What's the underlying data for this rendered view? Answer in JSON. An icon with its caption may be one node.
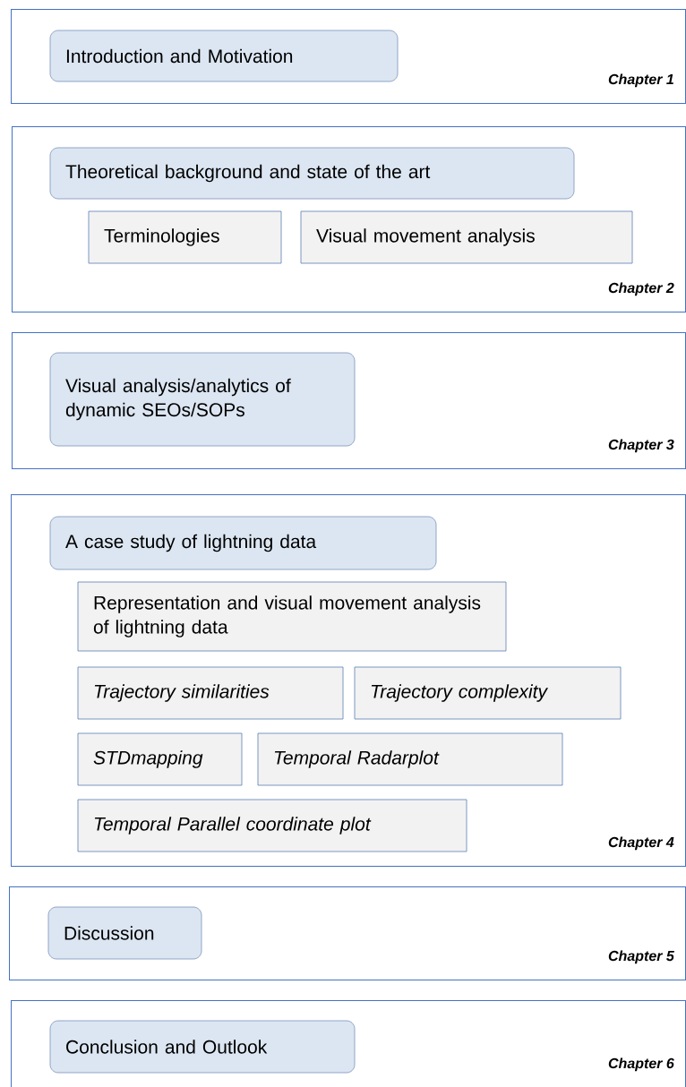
{
  "diagram": {
    "nodes": [
      {
        "text": [
          "Chapter 1"
        ]
      },
      {
        "text": [
          "Introduction and Motivation"
        ],
        "in": 0
      },
      {
        "text": [
          "Chapter 2"
        ]
      },
      {
        "text": [
          "Theoretical background and state of the art"
        ],
        "in": 2
      },
      {
        "text": [
          "Terminologies"
        ],
        "in": 2
      },
      {
        "text": [
          "Visual movement analysis"
        ],
        "in": 2
      },
      {
        "text": [
          "Chapter 3"
        ]
      },
      {
        "text": [
          "Visual analysis/analytics of dynamic SEOs/SOPs"
        ],
        "in": 6
      },
      {
        "text": [
          "Chapter 4"
        ]
      },
      {
        "text": [
          "A case study of lightning data"
        ],
        "in": 8
      },
      {
        "text": [
          "Representation and visual movement analysis of lightning data"
        ],
        "in": 8
      },
      {
        "text": [
          "Trajectory similarities"
        ],
        "in": 8
      },
      {
        "text": [
          "Trajectory complexity"
        ],
        "in": 8
      },
      {
        "text": [
          "STDmapping"
        ],
        "in": 8
      },
      {
        "text": [
          "Temporal Radarplot"
        ],
        "in": 8
      },
      {
        "text": [
          "Temporal Parallel coordinate plot"
        ],
        "in": 8
      },
      {
        "text": [
          "Chapter 5"
        ]
      },
      {
        "text": [
          "Discussion"
        ],
        "in": 16
      },
      {
        "text": [
          "Chapter 6"
        ]
      },
      {
        "text": [
          "Conclusion and Outlook"
        ],
        "in": 18
      }
    ]
  }
}
